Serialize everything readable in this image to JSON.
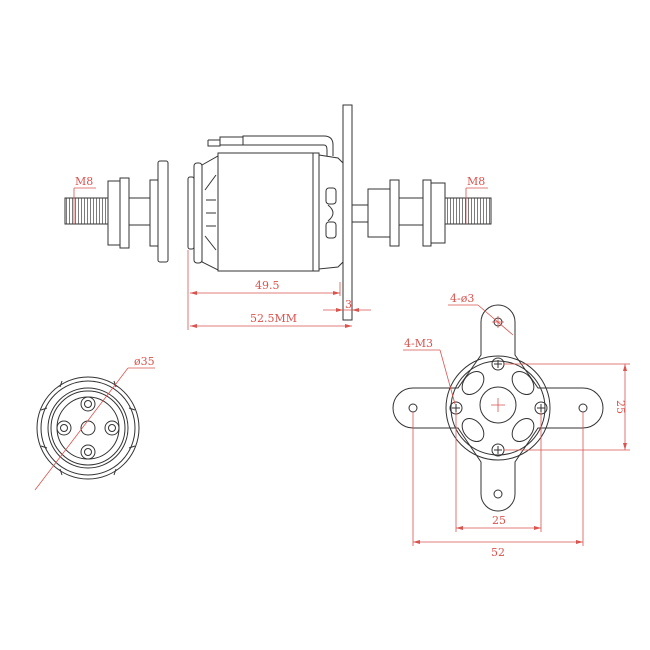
{
  "drawing": {
    "side_view": {
      "left_thread_label": "M8",
      "right_thread_label": "M8",
      "dim_body_length": "49.5",
      "dim_plate_thickness": "3",
      "dim_total_length": "52.5MM"
    },
    "front_view": {
      "dim_diameter": "ø35"
    },
    "mount_view": {
      "hole_label": "4-ø3",
      "screw_label": "4-M3",
      "dim_screw_spacing_h": "25",
      "dim_screw_spacing_v": "25",
      "dim_hole_spacing": "52"
    },
    "line_color": "#333333",
    "dimension_color": "#d9534f"
  }
}
